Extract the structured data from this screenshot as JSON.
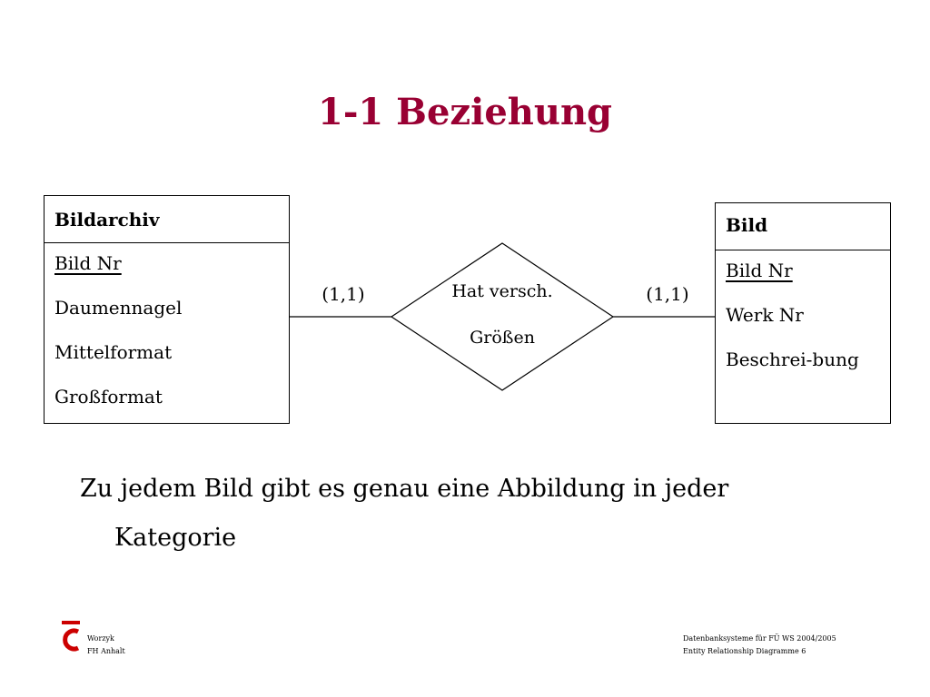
{
  "title": "1-1 Beziehung",
  "entities": {
    "left": {
      "name": "Bildarchiv",
      "attributes": [
        "Bild Nr",
        "Daumennagel",
        "Mittelformat",
        "Großformat"
      ]
    },
    "right": {
      "name": "Bild",
      "attributes": [
        "Bild Nr",
        "Werk Nr",
        "Beschrei-bung"
      ]
    }
  },
  "relationship": {
    "line1": "Hat versch.",
    "line2": "Größen",
    "card_left": "(1,1)",
    "card_right": "(1,1)"
  },
  "statement": {
    "line1": "Zu jedem Bild gibt es genau eine Abbildung in jeder",
    "line2": "Kategorie"
  },
  "footer": {
    "left_line1": "Worzyk",
    "left_line2": "FH Anhalt",
    "right_line1": "Datenbanksysteme für FÜ WS 2004/2005",
    "right_line2": "Entity Relationship Diagramme 6"
  },
  "colors": {
    "title": "#990033",
    "logo": "#cc0000"
  }
}
